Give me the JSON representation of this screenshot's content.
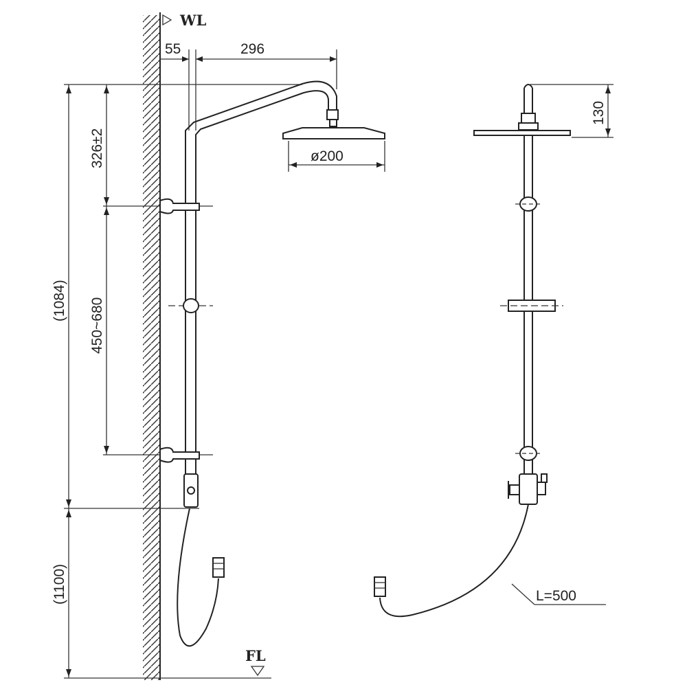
{
  "drawing": {
    "water_level_label": "WL",
    "floor_level_label": "FL",
    "dimensions": {
      "wall_offset": "55",
      "arm_reach": "296",
      "head_drop": "326±2",
      "head_diameter": "ø200",
      "side_head_height": "130",
      "total_height": "(1084)",
      "bracket_range": "450~680",
      "floor_height": "(1100)",
      "hose_length": "L=500"
    }
  }
}
